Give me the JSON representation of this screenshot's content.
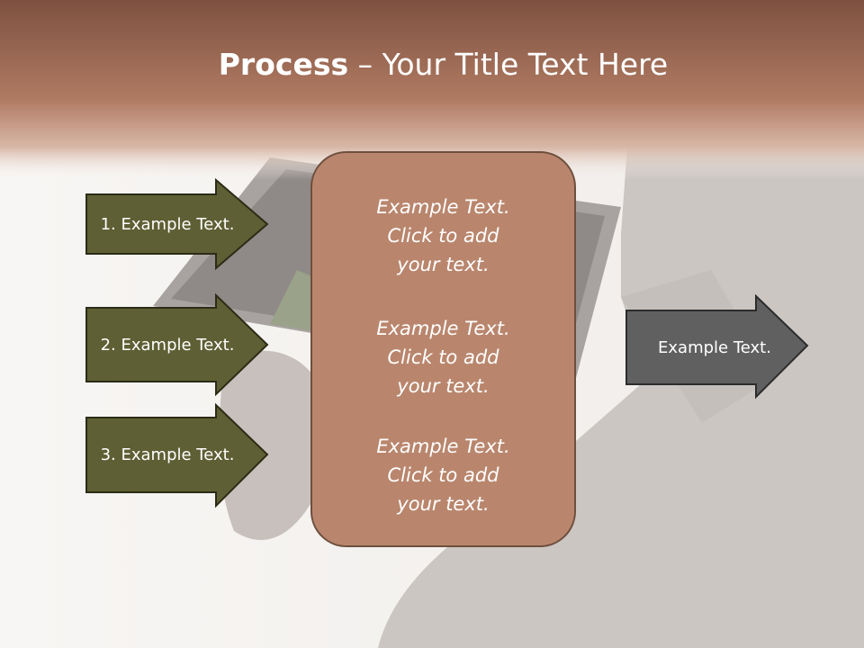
{
  "title": {
    "bold": "Process",
    "rest": " – Your Title Text Here"
  },
  "left_arrows": [
    {
      "label": "1. Example Text."
    },
    {
      "label": "2. Example Text."
    },
    {
      "label": "3. Example Text."
    }
  ],
  "center_box": {
    "paragraphs": [
      [
        "Example Text.",
        "Click  to add",
        "your text."
      ],
      [
        "Example Text.",
        "Click  to add",
        "your text."
      ],
      [
        "Example Text.",
        "Click  to add",
        "your text."
      ]
    ]
  },
  "right_arrow": {
    "label": "Example Text."
  },
  "colors": {
    "header": "#a06a52",
    "left_arrow_fill": "#5e5f34",
    "center_fill": "#b9866d",
    "right_arrow_fill": "#606060"
  }
}
